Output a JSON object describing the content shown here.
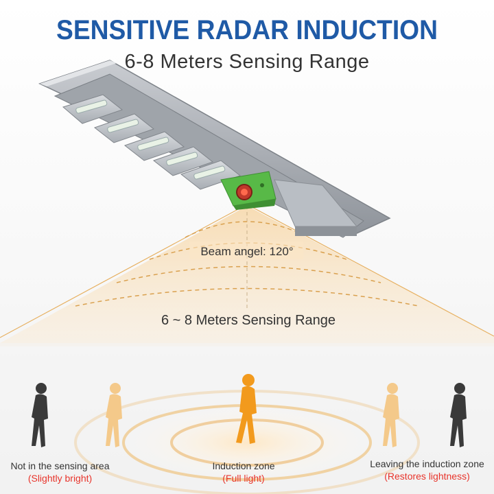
{
  "header": {
    "title": "SENSITIVE RADAR INDUCTION",
    "subtitle": "6-8 Meters Sensing Range"
  },
  "diagram": {
    "beam_label": "Beam angel: 120°",
    "range_label": "6 ~ 8 Meters Sensing Range"
  },
  "zones": [
    {
      "label": "Not in the sensing area",
      "note": "(Slightly bright)"
    },
    {
      "label": "Induction zone",
      "note": "(Full light)"
    },
    {
      "label": "Leaving the induction zone",
      "note": "(Restores lightness)"
    }
  ],
  "colors": {
    "title": "#1f5aa6",
    "note": "#e8342b",
    "beam": "#f3c27a",
    "sensor": "#58b947",
    "figure_dark": "#3a3a3a",
    "figure_active": "#f29a1d",
    "figure_faded": "#f4c98a"
  }
}
